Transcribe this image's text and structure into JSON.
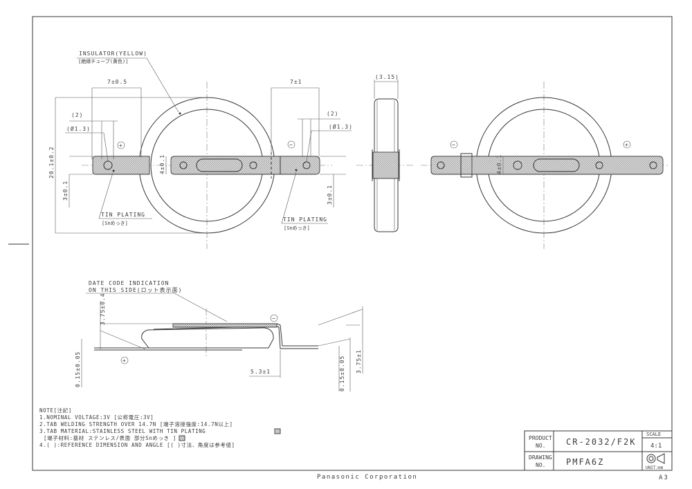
{
  "labels": {
    "insulator": "INSULATOR(YELLOW)",
    "insulator_jp": "[絶縁チューブ(黄色)]",
    "tin_plating": "TIN PLATING",
    "tin_plating_jp": "[Snめっき]",
    "date_code_1": "DATE CODE INDICATION",
    "date_code_2": "ON THIS SIDE(ロット表示面)"
  },
  "dimensions": {
    "d7_05": "7±0.5",
    "d7_1": "7±1",
    "d2": "(2)",
    "d_hole": "(Ø1.3)",
    "d20": "20.1±0.2",
    "d3": "3±0.1",
    "d4": "4±0.1",
    "d315": "(3.15)",
    "d375_04": "3.75±0.4",
    "d015_005": "0.15±0.05",
    "d53": "5.3±1",
    "d375_1": "3.75±1"
  },
  "symbols": {
    "plus": "+",
    "minus": "−"
  },
  "notes": {
    "title": "NOTE[注記]",
    "n1": "1.NOMINAL VOLTAGE:3V [公称電圧:3V]",
    "n2": "2.TAB WELDING STRENGTH OVER 14.7N [端子溶接強度:14.7N以上]",
    "n3": "3.TAB MATERIAL:STAINLESS STEEL WITH TIN PLATING",
    "n3b": "[端子材料:基材 ステンレス/表面 部分Snめっき     ]",
    "n4": "4.( ):REFERENCE DIMENSION AND ANGLE [( )寸法、角度は参考値]"
  },
  "title_block": {
    "product_label_1": "PRODUCT",
    "product_label_2": "NO.",
    "product_no": "CR-2032/F2K",
    "scale_label": "SCALE",
    "scale": "4:1",
    "drawing_label_1": "DRAWING",
    "drawing_label_2": "NO.",
    "drawing_no": "PMFA6Z",
    "unit": "UNIT:mm"
  },
  "footer": {
    "company": "Panasonic Corporation",
    "sheet_size": "A3"
  }
}
